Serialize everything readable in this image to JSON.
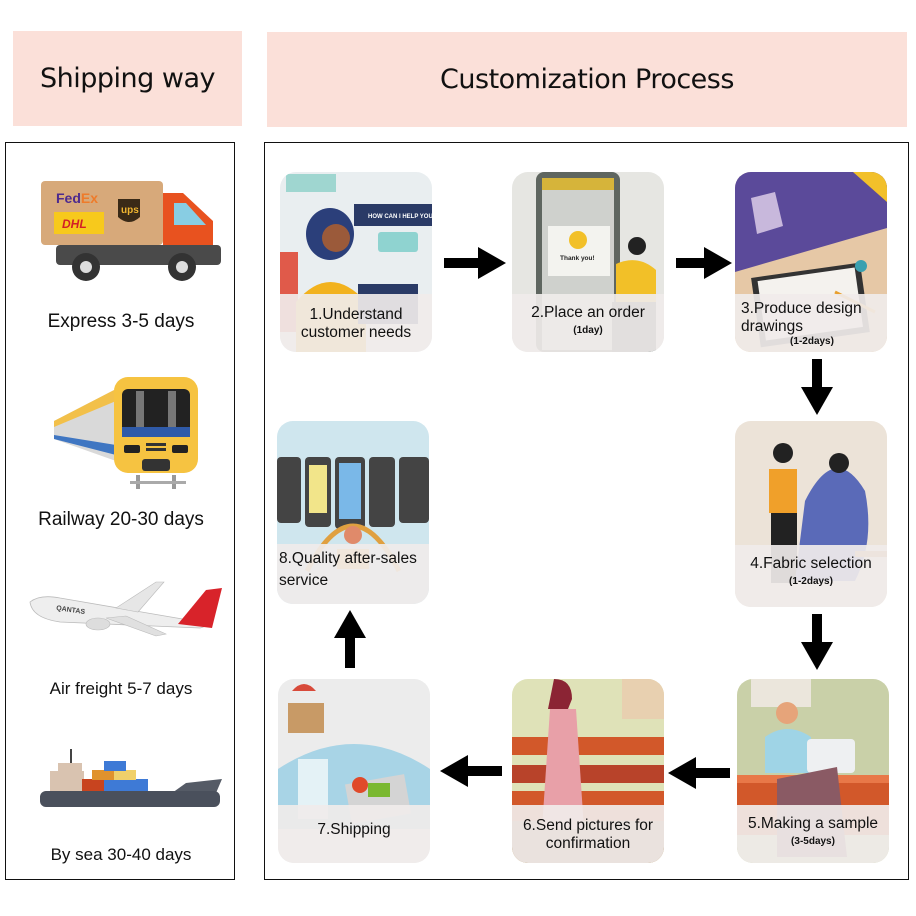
{
  "headers": {
    "shipping_way": "Shipping way",
    "customization_process": "Customization Process"
  },
  "shipping_methods": [
    {
      "icon": "truck-icon",
      "label": "Express 3-5 days",
      "carrier_logos": [
        "FedEx",
        "DHL",
        "UPS"
      ]
    },
    {
      "icon": "train-icon",
      "label": "Railway 20-30 days"
    },
    {
      "icon": "airplane-icon",
      "label": "Air freight 5-7 days",
      "airline_mark": "QANTAS"
    },
    {
      "icon": "cargo-ship-icon",
      "label": "By sea 30-40 days"
    }
  ],
  "steps": [
    {
      "number": 1,
      "title": "1.Understand customer needs",
      "duration": "",
      "illustration": "customer-service-agent",
      "speech_text": "HOW CAN I HELP YOU"
    },
    {
      "number": 2,
      "title": "2.Place an order",
      "duration": "(1day)",
      "illustration": "phone-order-confirmation",
      "screen_text": "Thank you!"
    },
    {
      "number": 3,
      "title": "3.Produce design drawings",
      "duration": "(1-2days)",
      "illustration": "design-sketching"
    },
    {
      "number": 4,
      "title": "4.Fabric selection",
      "duration": "(1-2days)",
      "illustration": "tailor-with-mannequin"
    },
    {
      "number": 5,
      "title": "5.Making a sample",
      "duration": "(3-5days)",
      "illustration": "sewing-machine"
    },
    {
      "number": 6,
      "title": "6.Send pictures for confirmation",
      "duration": "",
      "illustration": "dress-on-mannequin"
    },
    {
      "number": 7,
      "title": "7.Shipping",
      "duration": "",
      "illustration": "parcel-delivery-map"
    },
    {
      "number": 8,
      "title": "8.Quality after-sales service",
      "duration": "",
      "illustration": "after-sales-support"
    }
  ],
  "flow": [
    "1->2",
    "2->3",
    "3->4",
    "4->5",
    "5->6",
    "6->7",
    "7->8"
  ],
  "colors": {
    "header_bg": "#fbe0d9",
    "border": "#111111",
    "arrow": "#000000",
    "caption_bg": "#f0eceA"
  }
}
